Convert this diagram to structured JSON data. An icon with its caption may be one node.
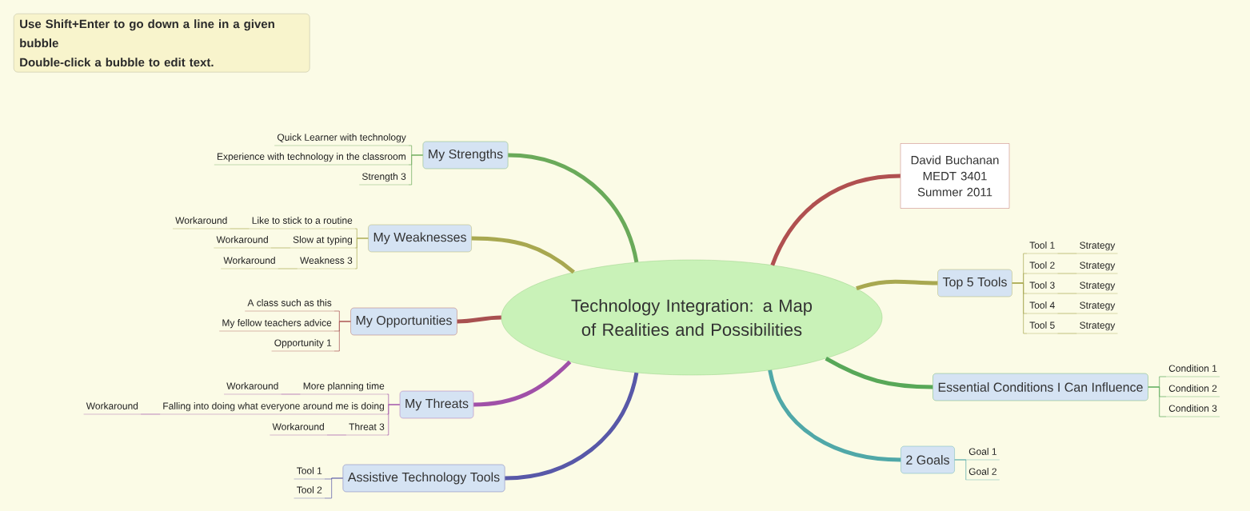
{
  "diagram": {
    "nodes": [
      {
        "text": [
          "Use Shift+Enter to go down a line in a given bubble",
          "Double-click a bubble to edit text."
        ]
      },
      {
        "text": [
          "Technology Integration: a Map of Realities and Possibilities"
        ]
      },
      {
        "text": [
          "My Strengths"
        ]
      },
      {
        "text": [
          "Quick Learner with technology"
        ]
      },
      {
        "text": [
          "Experience with technology in the classroom"
        ]
      },
      {
        "text": [
          "Strength 3"
        ]
      },
      {
        "text": [
          "My Weaknesses"
        ]
      },
      {
        "text": [
          "Like to stick to a routine"
        ]
      },
      {
        "text": [
          "Workaround"
        ]
      },
      {
        "text": [
          "Slow at typing"
        ]
      },
      {
        "text": [
          "Workaround"
        ]
      },
      {
        "text": [
          "Weakness 3"
        ]
      },
      {
        "text": [
          "Workaround"
        ]
      },
      {
        "text": [
          "My Opportunities"
        ]
      },
      {
        "text": [
          "A class such as this"
        ]
      },
      {
        "text": [
          "My fellow teachers advice"
        ]
      },
      {
        "text": [
          "Opportunity 1"
        ]
      },
      {
        "text": [
          "My Threats"
        ]
      },
      {
        "text": [
          "More planning time"
        ]
      },
      {
        "text": [
          "Workaround"
        ]
      },
      {
        "text": [
          "Falling into doing what everyone around me is doing"
        ]
      },
      {
        "text": [
          "Workaround"
        ]
      },
      {
        "text": [
          "Threat 3"
        ]
      },
      {
        "text": [
          "Workaround"
        ]
      },
      {
        "text": [
          "Assistive Technology Tools"
        ]
      },
      {
        "text": [
          "Tool 1"
        ]
      },
      {
        "text": [
          "Tool 2"
        ]
      },
      {
        "text": [
          "David Buchanan MEDT 3401 Summer 2011"
        ]
      },
      {
        "text": [
          "Top 5 Tools"
        ]
      },
      {
        "text": [
          "Tool 1"
        ]
      },
      {
        "text": [
          "Strategy"
        ]
      },
      {
        "text": [
          "Tool 2"
        ]
      },
      {
        "text": [
          "Strategy"
        ]
      },
      {
        "text": [
          "Tool 3"
        ]
      },
      {
        "text": [
          "Strategy"
        ]
      },
      {
        "text": [
          "Tool 4"
        ]
      },
      {
        "text": [
          "Strategy"
        ]
      },
      {
        "text": [
          "Tool 5"
        ]
      },
      {
        "text": [
          "Strategy"
        ]
      },
      {
        "text": [
          "Essential Conditions I Can Influence"
        ]
      },
      {
        "text": [
          "Condition 1"
        ]
      },
      {
        "text": [
          "Condition 2"
        ]
      },
      {
        "text": [
          "Condition 3"
        ]
      },
      {
        "text": [
          "2 Goals"
        ]
      },
      {
        "text": [
          "Goal 1"
        ]
      },
      {
        "text": [
          "Goal 2"
        ]
      }
    ],
    "edges": [
      {
        "from": 1,
        "to": 2,
        "arrow": "none",
        "style": "thick",
        "color": "#6aaa5a"
      },
      {
        "from": 1,
        "to": 6,
        "arrow": "none",
        "style": "thick",
        "color": "#a8a850"
      },
      {
        "from": 1,
        "to": 13,
        "arrow": "none",
        "style": "thick",
        "color": "#a85050"
      },
      {
        "from": 1,
        "to": 17,
        "arrow": "none",
        "style": "thick",
        "color": "#a050a8"
      },
      {
        "from": 1,
        "to": 24,
        "arrow": "none",
        "style": "thick",
        "color": "#5858a8"
      },
      {
        "from": 1,
        "to": 27,
        "arrow": "none",
        "style": "thick",
        "color": "#b05050"
      },
      {
        "from": 1,
        "to": 28,
        "arrow": "none",
        "style": "thick",
        "color": "#a8a850"
      },
      {
        "from": 1,
        "to": 39,
        "arrow": "none",
        "style": "thick",
        "color": "#58a858"
      },
      {
        "from": 1,
        "to": 43,
        "arrow": "none",
        "style": "thick",
        "color": "#50a8a8"
      },
      {
        "from": 2,
        "to": 3,
        "arrow": "none",
        "color": "#6aaa5a"
      },
      {
        "from": 2,
        "to": 4,
        "arrow": "none",
        "color": "#6aaa5a"
      },
      {
        "from": 2,
        "to": 5,
        "arrow": "none",
        "color": "#6aaa5a"
      },
      {
        "from": 6,
        "to": 7,
        "arrow": "none",
        "color": "#a8a850"
      },
      {
        "from": 7,
        "to": 8,
        "arrow": "none",
        "color": "#a8a850"
      },
      {
        "from": 6,
        "to": 9,
        "arrow": "none",
        "color": "#a8a850"
      },
      {
        "from": 9,
        "to": 10,
        "arrow": "none",
        "color": "#a8a850"
      },
      {
        "from": 6,
        "to": 11,
        "arrow": "none",
        "color": "#a8a850"
      },
      {
        "from": 11,
        "to": 12,
        "arrow": "none",
        "color": "#a8a850"
      },
      {
        "from": 13,
        "to": 14,
        "arrow": "none",
        "color": "#a85050"
      },
      {
        "from": 13,
        "to": 15,
        "arrow": "none",
        "color": "#a85050"
      },
      {
        "from": 13,
        "to": 16,
        "arrow": "none",
        "color": "#a85050"
      },
      {
        "from": 17,
        "to": 18,
        "arrow": "none",
        "color": "#a050a8"
      },
      {
        "from": 18,
        "to": 19,
        "arrow": "none",
        "color": "#a050a8"
      },
      {
        "from": 17,
        "to": 20,
        "arrow": "none",
        "color": "#a050a8"
      },
      {
        "from": 20,
        "to": 21,
        "arrow": "none",
        "color": "#a050a8"
      },
      {
        "from": 17,
        "to": 22,
        "arrow": "none",
        "color": "#a050a8"
      },
      {
        "from": 22,
        "to": 23,
        "arrow": "none",
        "color": "#a050a8"
      },
      {
        "from": 24,
        "to": 25,
        "arrow": "none",
        "color": "#5858a8"
      },
      {
        "from": 24,
        "to": 26,
        "arrow": "none",
        "color": "#5858a8"
      },
      {
        "from": 28,
        "to": 29,
        "arrow": "none",
        "color": "#a8a850"
      },
      {
        "from": 29,
        "to": 30,
        "arrow": "none",
        "color": "#a8a850"
      },
      {
        "from": 28,
        "to": 31,
        "arrow": "none",
        "color": "#a8a850"
      },
      {
        "from": 31,
        "to": 32,
        "arrow": "none",
        "color": "#a8a850"
      },
      {
        "from": 28,
        "to": 33,
        "arrow": "none",
        "color": "#a8a850"
      },
      {
        "from": 33,
        "to": 34,
        "arrow": "none",
        "color": "#a8a850"
      },
      {
        "from": 28,
        "to": 35,
        "arrow": "none",
        "color": "#a8a850"
      },
      {
        "from": 35,
        "to": 36,
        "arrow": "none",
        "color": "#a8a850"
      },
      {
        "from": 28,
        "to": 37,
        "arrow": "none",
        "color": "#a8a850"
      },
      {
        "from": 37,
        "to": 38,
        "arrow": "none",
        "color": "#a8a850"
      },
      {
        "from": 39,
        "to": 40,
        "arrow": "none",
        "color": "#58a858"
      },
      {
        "from": 39,
        "to": 41,
        "arrow": "none",
        "color": "#58a858"
      },
      {
        "from": 39,
        "to": 42,
        "arrow": "none",
        "color": "#58a858"
      },
      {
        "from": 43,
        "to": 44,
        "arrow": "none",
        "color": "#50a8a8"
      },
      {
        "from": 43,
        "to": 45,
        "arrow": "none",
        "color": "#50a8a8"
      }
    ]
  }
}
